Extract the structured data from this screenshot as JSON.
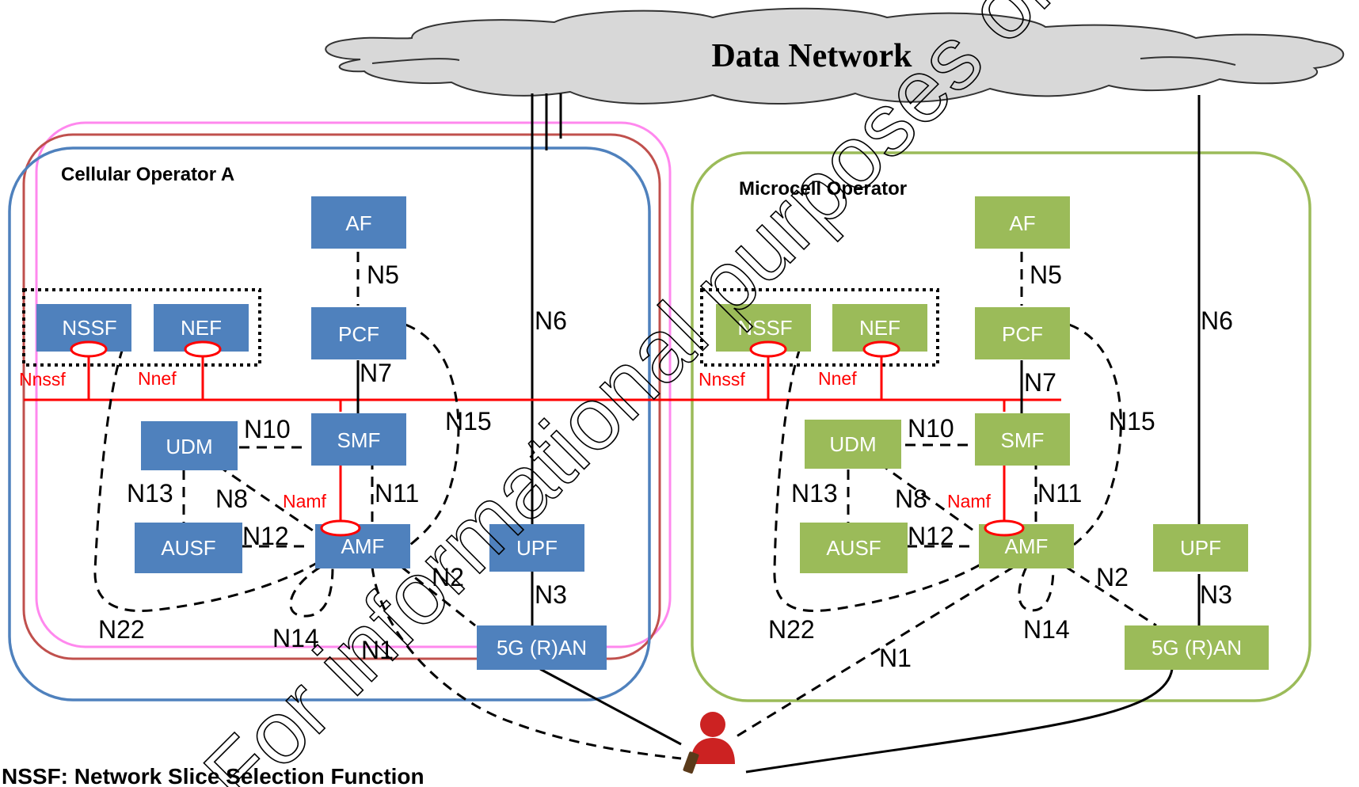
{
  "cloud_title": "Data Network",
  "operator_a": {
    "title": "Cellular Operator A",
    "functions": {
      "af": "AF",
      "pcf": "PCF",
      "smf": "SMF",
      "udm": "UDM",
      "ausf": "AUSF",
      "amf": "AMF",
      "upf": "UPF",
      "ran": "5G (R)AN",
      "nssf": "NSSF",
      "nef": "NEF"
    },
    "interfaces": {
      "n5": "N5",
      "n7": "N7",
      "n6": "N6",
      "n10": "N10",
      "n15": "N15",
      "n13": "N13",
      "n8": "N8",
      "n11": "N11",
      "n12": "N12",
      "n2": "N2",
      "n3": "N3",
      "n22": "N22",
      "n14": "N14",
      "n1": "N1"
    },
    "service_interfaces": {
      "nnssf": "Nnssf",
      "nnef": "Nnef",
      "namf": "Namf"
    }
  },
  "microcell": {
    "title": "Microcell Operator",
    "functions": {
      "af": "AF",
      "pcf": "PCF",
      "smf": "SMF",
      "udm": "UDM",
      "ausf": "AUSF",
      "amf": "AMF",
      "upf": "UPF",
      "ran": "5G (R)AN",
      "nssf": "NSSF",
      "nef": "NEF"
    },
    "interfaces": {
      "n5": "N5",
      "n7": "N7",
      "n6": "N6",
      "n10": "N10",
      "n15": "N15",
      "n13": "N13",
      "n8": "N8",
      "n11": "N11",
      "n12": "N12",
      "n2": "N2",
      "n3": "N3",
      "n22": "N22",
      "n14": "N14",
      "n1": "N1"
    },
    "service_interfaces": {
      "nnssf": "Nnssf",
      "nnef": "Nnef",
      "namf": "Namf"
    }
  },
  "footnote": "NSSF: Network Slice Selection Function",
  "watermark": "For informational purposes only",
  "colors": {
    "operator_a_fill": "#4f81bd",
    "microcell_fill": "#9bbb59",
    "service_bus": "#ff0000",
    "slice_pink": "#ff88ee",
    "slice_brown": "#c0504d",
    "ue": "#cc2222"
  },
  "icons": {
    "ue": "user-with-phone-icon",
    "cloud": "cloud-icon"
  }
}
